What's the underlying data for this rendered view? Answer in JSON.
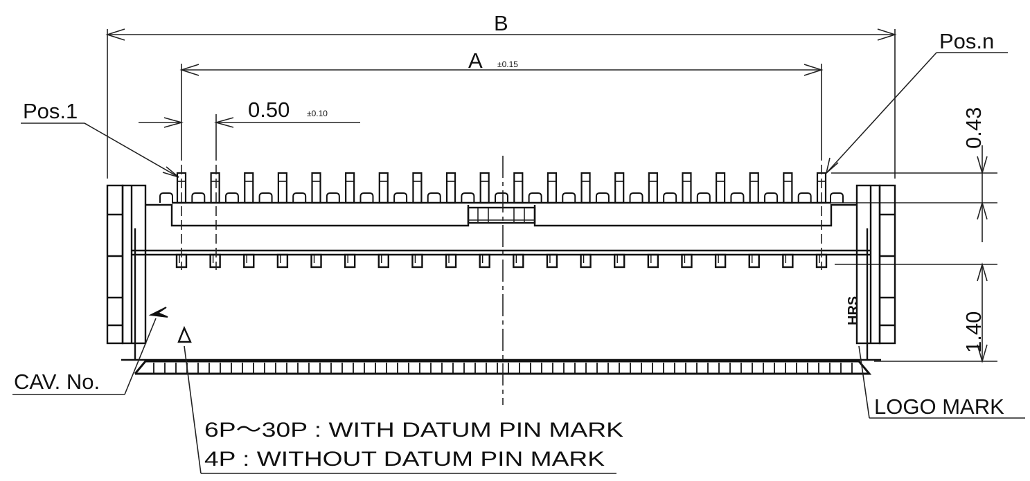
{
  "dimensions": {
    "overall_width": {
      "label": "B"
    },
    "pin_span": {
      "label": "A",
      "tolerance": "±0.15"
    },
    "pitch": {
      "value": "0.50",
      "tolerance": "±0.10"
    },
    "contact_tip_height": {
      "value": "0.43"
    },
    "contact_row_height": {
      "value": "1.40"
    }
  },
  "labels": {
    "first_position": "Pos.1",
    "last_position": "Pos.n",
    "cavity_number": "CAV. No.",
    "logo_mark": "LOGO MARK",
    "logo_glyph": "HRS"
  },
  "notes": {
    "datum_mark_with": "6P～30P : WITH DATUM PIN MARK",
    "datum_mark_without": "4P : WITHOUT DATUM PIN MARK"
  },
  "drawing": {
    "upper_contacts": 20,
    "lower_contacts": 20,
    "line_color": "#111111"
  }
}
